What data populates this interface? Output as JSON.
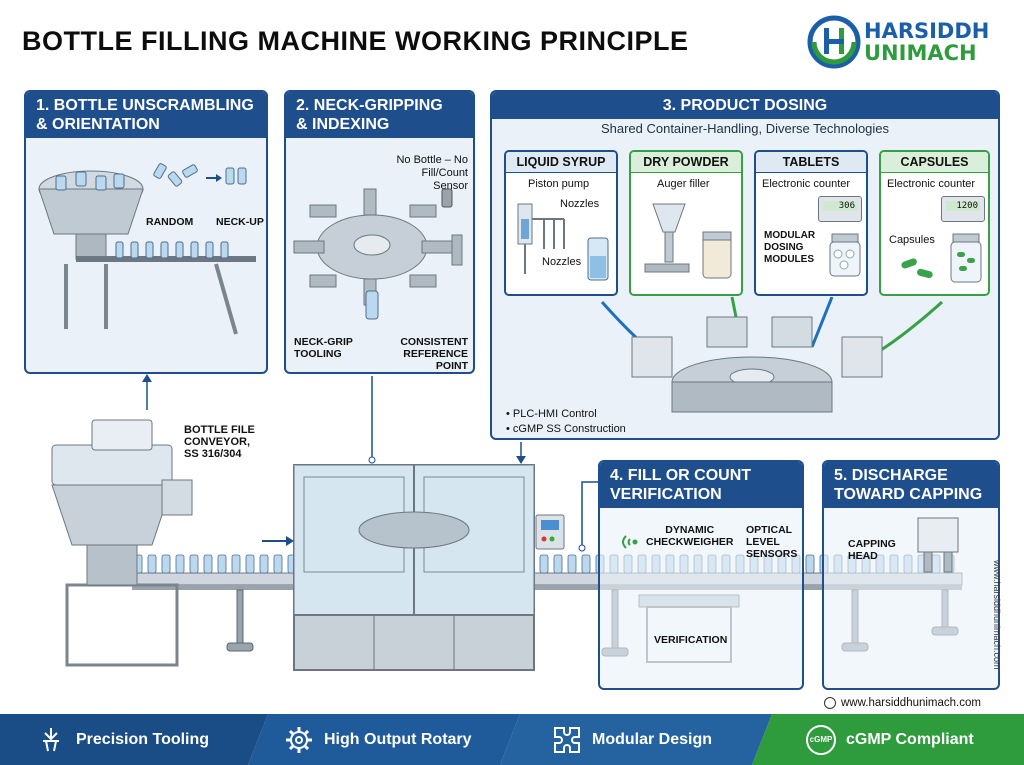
{
  "title": "BOTTLE FILLING MACHINE WORKING PRINCIPLE",
  "logo": {
    "line1": "HARSIDDH",
    "line2": "UNIMACH"
  },
  "panels": {
    "p1": {
      "title_l1": "1. BOTTLE UNSCRAMBLING",
      "title_l2": "& ORIENTATION",
      "random": "RANDOM",
      "neck_up": "NECK-UP"
    },
    "p2": {
      "title_l1": "2. NECK-GRIPPING",
      "title_l2": "& INDEXING",
      "sensor_l1": "No Bottle – No",
      "sensor_l2": "Fill/Count Sensor",
      "tooling_l1": "NECK-GRIP",
      "tooling_l2": "TOOLING",
      "ref_l1": "CONSISTENT",
      "ref_l2": "REFERENCE POINT"
    },
    "p3": {
      "title": "3. PRODUCT DOSING",
      "subtitle": "Shared Container-Handling, Diverse Technologies",
      "cards": {
        "liquid": {
          "title": "LIQUID SYRUP",
          "l1": "Piston pump",
          "l2": "Nozzles",
          "l3": "Nozzles"
        },
        "powder": {
          "title": "DRY POWDER",
          "l1": "Auger filler"
        },
        "tablets": {
          "title": "TABLETS",
          "l1": "Electronic counter",
          "m1": "MODULAR",
          "m2": "DOSING",
          "m3": "MODULES",
          "display": "306"
        },
        "capsules": {
          "title": "CAPSULES",
          "l1": "Electronic counter",
          "l2": "Capsules",
          "display": "1200"
        }
      },
      "bullet1": "• PLC-HMI Control",
      "bullet2": "• cGMP SS Construction"
    },
    "p4": {
      "title_l1": "4. FILL OR COUNT",
      "title_l2": "VERIFICATION",
      "cw_l1": "DYNAMIC",
      "cw_l2": "CHECKWEIGHER",
      "os_l1": "OPTICAL",
      "os_l2": "LEVEL",
      "os_l3": "SENSORS",
      "verification": "VERIFICATION"
    },
    "p5": {
      "title_l1": "5. DISCHARGE",
      "title_l2": "TOWARD CAPPING",
      "cap_l1": "CAPPING",
      "cap_l2": "HEAD"
    }
  },
  "conveyor_label": {
    "l1": "BOTTLE FILE",
    "l2": "CONVEYOR,",
    "l3": "SS 316/304"
  },
  "footer": {
    "items": [
      {
        "label": "Precision Tooling",
        "icon": "precision-tool-icon",
        "color": "#1a4c86"
      },
      {
        "label": "High Output Rotary",
        "icon": "gear-icon",
        "color": "#1f5a9a"
      },
      {
        "label": "Modular Design",
        "icon": "puzzle-icon",
        "color": "#24639f"
      },
      {
        "label": "cGMP Compliant",
        "icon": "cgmp-badge-icon",
        "color": "#2e9b3c"
      }
    ],
    "cgmp_badge": "cGMP"
  },
  "website": "www.harsiddhunimach.com",
  "side_url": "www.harsiddhunimach.com",
  "colors": {
    "primary": "#1f4e8c",
    "green": "#2e9b3c",
    "panel_bg": "#eaf1f8"
  }
}
